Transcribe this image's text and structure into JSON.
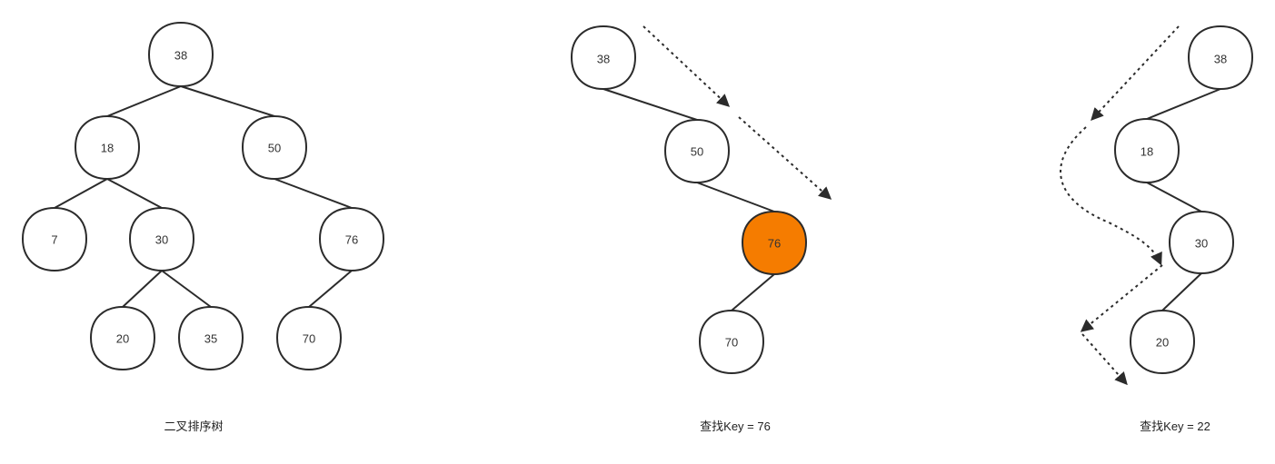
{
  "panels": [
    {
      "caption": "二叉排序树",
      "nodes": {
        "n38": "38",
        "n18": "18",
        "n50": "50",
        "n7": "7",
        "n30": "30",
        "n76": "76",
        "n20": "20",
        "n35": "35",
        "n70": "70"
      }
    },
    {
      "caption": "查找Key = 76",
      "highlighted_node": "76",
      "nodes": {
        "n38": "38",
        "n50": "50",
        "n76": "76",
        "n70": "70"
      }
    },
    {
      "caption": "查找Key = 22",
      "nodes": {
        "n38": "38",
        "n18": "18",
        "n30": "30",
        "n20": "20"
      }
    }
  ],
  "colors": {
    "highlight": "#f57c00",
    "stroke": "#2b2b2b"
  }
}
